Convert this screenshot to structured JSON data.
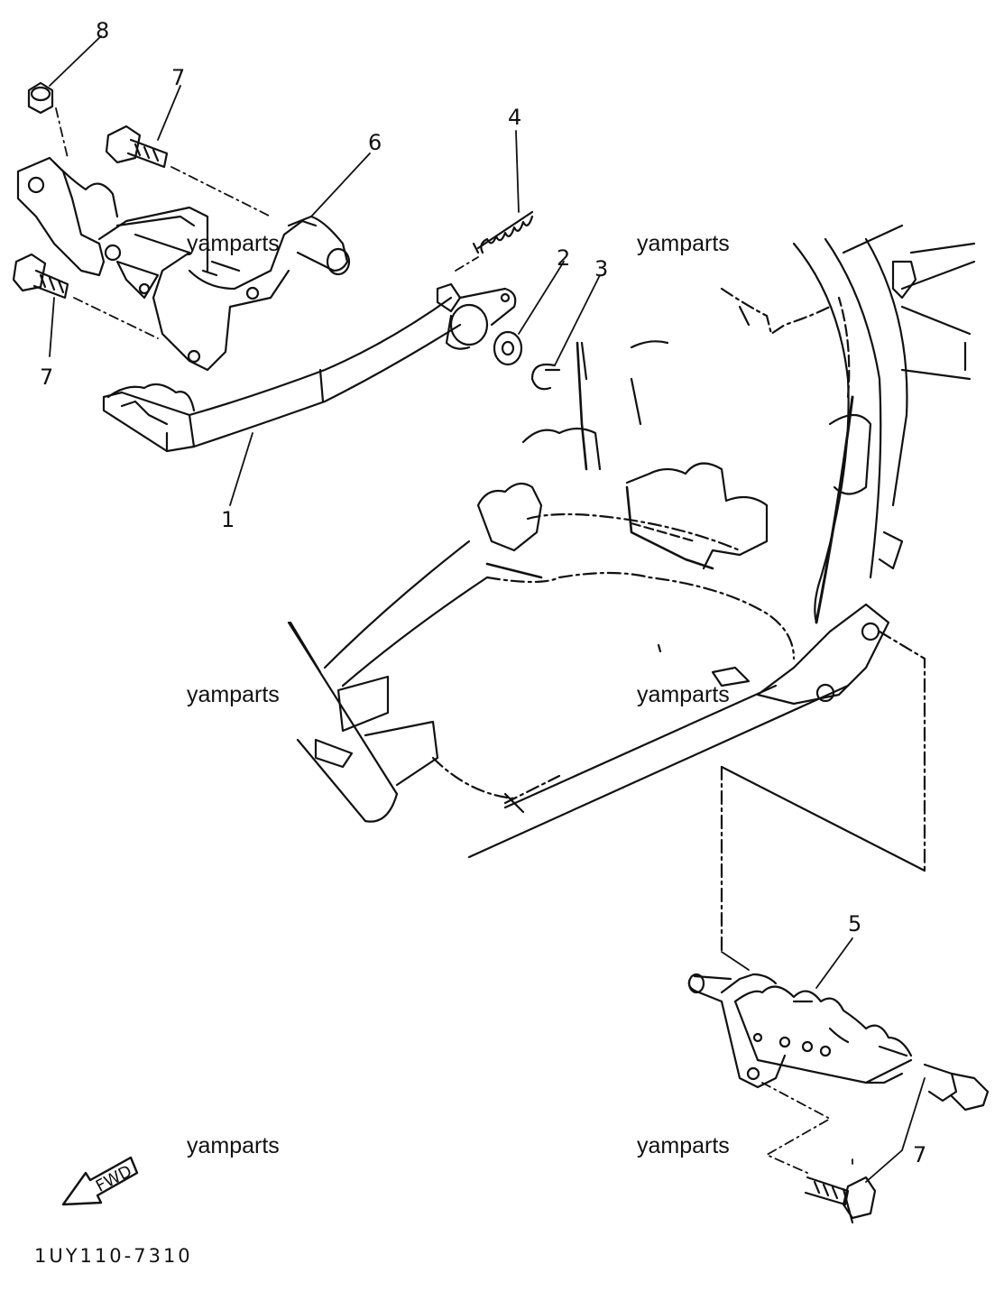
{
  "diagram": {
    "callouts": [
      {
        "id": "1",
        "label": "1"
      },
      {
        "id": "2",
        "label": "2"
      },
      {
        "id": "3",
        "label": "3"
      },
      {
        "id": "4",
        "label": "4"
      },
      {
        "id": "5",
        "label": "5"
      },
      {
        "id": "6",
        "label": "6"
      },
      {
        "id": "7a",
        "label": "7"
      },
      {
        "id": "7b",
        "label": "7"
      },
      {
        "id": "7c",
        "label": "7"
      },
      {
        "id": "8",
        "label": "8"
      }
    ],
    "watermark": "yamparts",
    "fwd_label": "FWD",
    "code": "1UY110-7310"
  }
}
